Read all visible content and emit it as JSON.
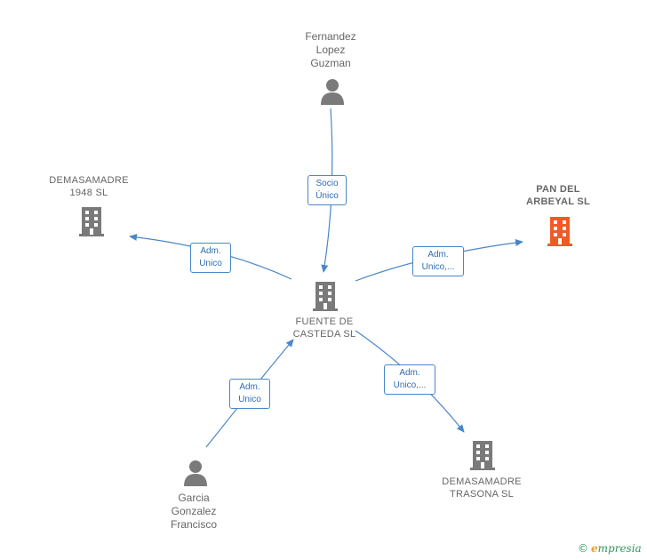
{
  "nodes": {
    "fernandez": {
      "label": "Fernandez\nLopez\nGuzman",
      "kind": "person"
    },
    "demasamadre1948": {
      "label": "DEMASAMADRE\n1948  SL",
      "kind": "company"
    },
    "pan_del_arbeyal": {
      "label": "PAN DEL\nARBEYAL  SL",
      "kind": "company-highlight"
    },
    "fuente": {
      "label": "FUENTE DE\nCASTEDA SL",
      "kind": "company"
    },
    "garcia": {
      "label": "Garcia\nGonzalez\nFrancisco",
      "kind": "person"
    },
    "demasamadre_trasona": {
      "label": "DEMASAMADRE\nTRASONA  SL",
      "kind": "company"
    }
  },
  "edges": {
    "socio": {
      "label": "Socio\nÚnico"
    },
    "adm_1948": {
      "label": "Adm.\nUnico"
    },
    "adm_pan": {
      "label": "Adm.\nUnico,..."
    },
    "adm_garcia": {
      "label": "Adm.\nUnico"
    },
    "adm_trasona": {
      "label": "Adm.\nUnico,..."
    }
  },
  "colors": {
    "edge": "#4a86c8",
    "icon": "#7a7a7a",
    "highlight": "#f05a28"
  },
  "icons": {
    "person": "person-icon",
    "company": "building-icon"
  },
  "brand": {
    "copyright": "©",
    "first_letter": "e",
    "rest": "mpresia"
  }
}
